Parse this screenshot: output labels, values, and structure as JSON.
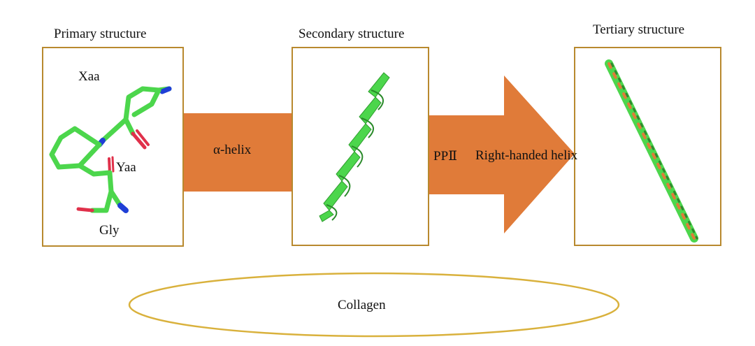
{
  "titles": {
    "primary": "Primary structure",
    "secondary": "Secondary structure",
    "tertiary": "Tertiary structure"
  },
  "residues": {
    "xaa": "Xaa",
    "yaa": "Yaa",
    "gly": "Gly"
  },
  "arrows": {
    "first": "α-helix",
    "second_a": "PPⅡ",
    "second_b": "Right-handed helix"
  },
  "ellipse_label": "Collagen",
  "colors": {
    "box_border": "#b8892e",
    "arrow_fill": "#e07b39",
    "ellipse_stroke": "#d9b13c",
    "helix_green": "#4cd64c",
    "nitrogen_blue": "#1f3fd6",
    "oxygen_red": "#e0304a"
  }
}
